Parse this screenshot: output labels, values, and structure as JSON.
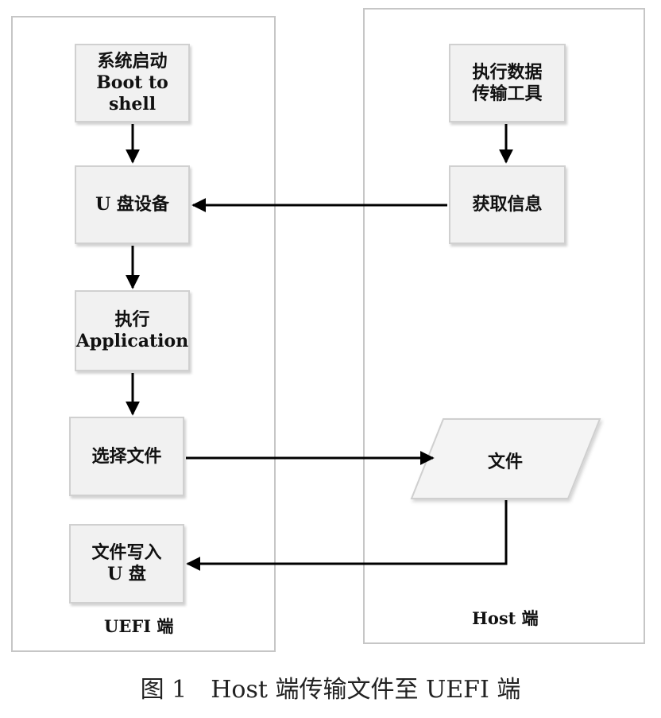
{
  "uefi_side": {
    "label": "UEFI 端",
    "nodes": [
      {
        "id": "boot",
        "lines": [
          "系统启动",
          "Boot to",
          "shell"
        ]
      },
      {
        "id": "usb_device",
        "lines": [
          "U 盘设备"
        ]
      },
      {
        "id": "exec_app",
        "lines": [
          "执行",
          "Application"
        ]
      },
      {
        "id": "select_file",
        "lines": [
          "选择文件"
        ]
      },
      {
        "id": "write_usb",
        "lines": [
          "文件写入",
          "U 盘"
        ]
      }
    ]
  },
  "host_side": {
    "label": "Host 端",
    "nodes": [
      {
        "id": "run_tool",
        "lines": [
          "执行数据",
          "传输工具"
        ]
      },
      {
        "id": "get_info",
        "lines": [
          "获取信息"
        ]
      }
    ],
    "file_shape": {
      "label": "文件",
      "shape": "parallelogram"
    }
  },
  "edges": [
    {
      "from": "boot",
      "to": "usb_device"
    },
    {
      "from": "usb_device",
      "to": "exec_app"
    },
    {
      "from": "exec_app",
      "to": "select_file"
    },
    {
      "from": "run_tool",
      "to": "get_info"
    },
    {
      "from": "get_info",
      "to": "usb_device"
    },
    {
      "from": "select_file",
      "to": "file"
    },
    {
      "from": "file",
      "to": "write_usb"
    }
  ],
  "caption": "图 1　Host 端传输文件至 UEFI 端"
}
